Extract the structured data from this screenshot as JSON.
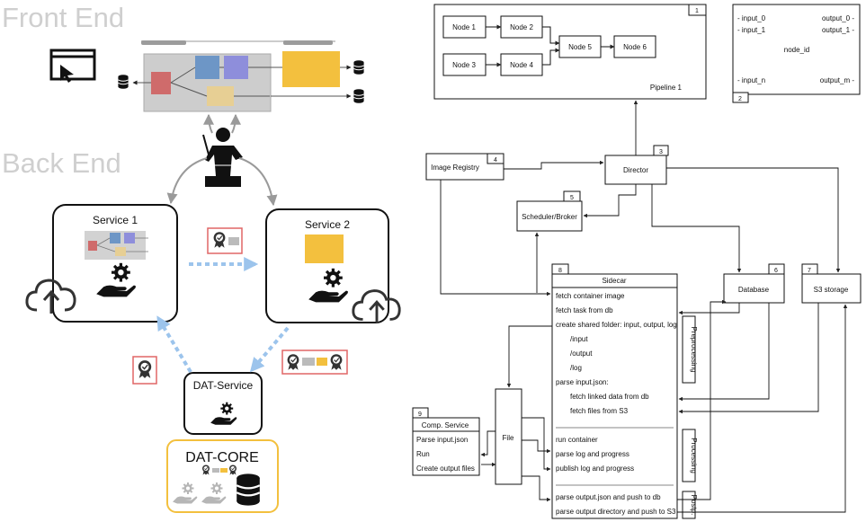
{
  "left": {
    "front_end": "Front End",
    "back_end": "Back End",
    "service1": "Service 1",
    "service2": "Service 2",
    "dat_service": "DAT-Service",
    "dat_core": "DAT-CORE"
  },
  "pipeline": {
    "label": "Pipeline 1",
    "num": "1",
    "nodes": [
      "Node 1",
      "Node 2",
      "Node 3",
      "Node 4",
      "Node 5",
      "Node 6"
    ]
  },
  "node_def": {
    "num": "2",
    "id": "node_id",
    "inputs": [
      "- input_0",
      "- input_1",
      "- input_n"
    ],
    "outputs": [
      "output_0 -",
      "output_1 -",
      "output_m -"
    ]
  },
  "boxes": {
    "image_registry": "Image Registry",
    "image_registry_num": "4",
    "director": "Director",
    "director_num": "3",
    "scheduler": "Scheduler/Broker",
    "scheduler_num": "5",
    "database": "Database",
    "database_num": "6",
    "s3": "S3 storage",
    "s3_num": "7",
    "file": "File"
  },
  "sidecar": {
    "num": "8",
    "title": "Sidecar",
    "lines": [
      "fetch container image",
      "fetch task from db",
      "create shared folder: input, output, log",
      "/input",
      "/output",
      "/log",
      "parse input.json:",
      "fetch linked data from db",
      "fetch files from S3",
      "run container",
      "parse log and progress",
      "publish log and progress",
      "parse output.json and push to db",
      "parse output directory and push to S3"
    ],
    "phases": [
      "Preprocessing",
      "Processing",
      "Postp."
    ]
  },
  "comp_service": {
    "num": "9",
    "title": "Comp. Service",
    "lines": [
      "Parse input.json",
      "Run",
      "Create output files"
    ]
  }
}
